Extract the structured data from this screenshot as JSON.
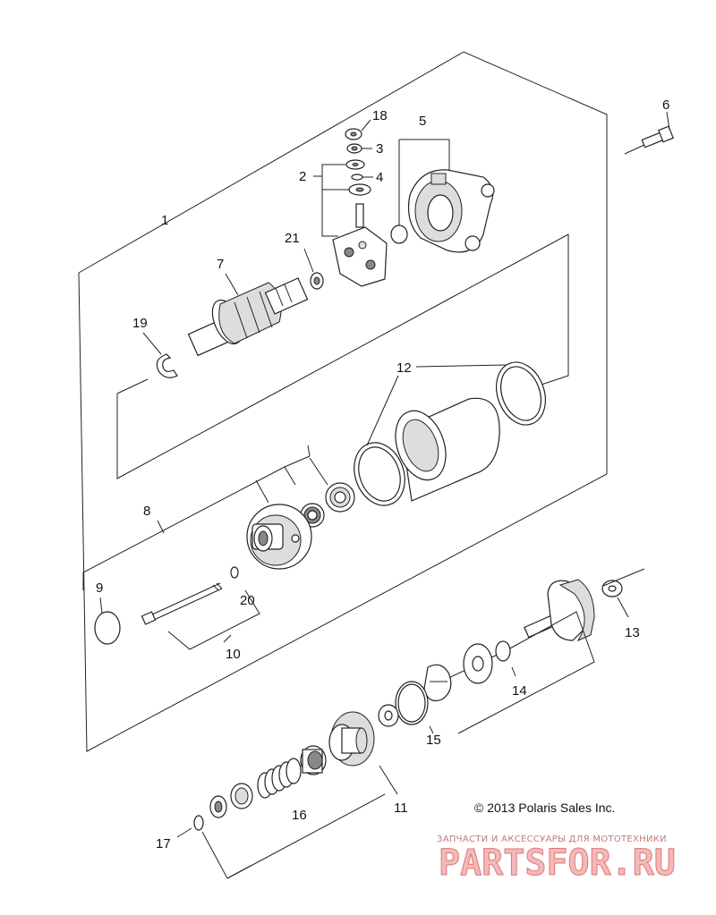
{
  "callouts": [
    {
      "id": "1",
      "text": "1"
    },
    {
      "id": "2",
      "text": "2"
    },
    {
      "id": "3",
      "text": "3"
    },
    {
      "id": "4",
      "text": "4"
    },
    {
      "id": "5",
      "text": "5"
    },
    {
      "id": "6",
      "text": "6"
    },
    {
      "id": "7",
      "text": "7"
    },
    {
      "id": "8",
      "text": "8"
    },
    {
      "id": "9",
      "text": "9"
    },
    {
      "id": "10",
      "text": "10"
    },
    {
      "id": "11",
      "text": "11"
    },
    {
      "id": "12",
      "text": "12"
    },
    {
      "id": "13",
      "text": "13"
    },
    {
      "id": "14",
      "text": "14"
    },
    {
      "id": "15",
      "text": "15"
    },
    {
      "id": "16",
      "text": "16"
    },
    {
      "id": "17",
      "text": "17"
    },
    {
      "id": "18",
      "text": "18"
    },
    {
      "id": "19",
      "text": "19"
    },
    {
      "id": "20",
      "text": "20"
    },
    {
      "id": "21",
      "text": "21"
    }
  ],
  "copyright": "© 2013 Polaris Sales Inc.",
  "watermark": {
    "tagline": "ЗАПЧАСТИ И АКСЕССУАРЫ ДЛЯ МОТОТЕХНИКИ",
    "brand": "PARTSFOR.RU"
  },
  "colors": {
    "line": "#222222",
    "watermark": "#e07a7a"
  }
}
